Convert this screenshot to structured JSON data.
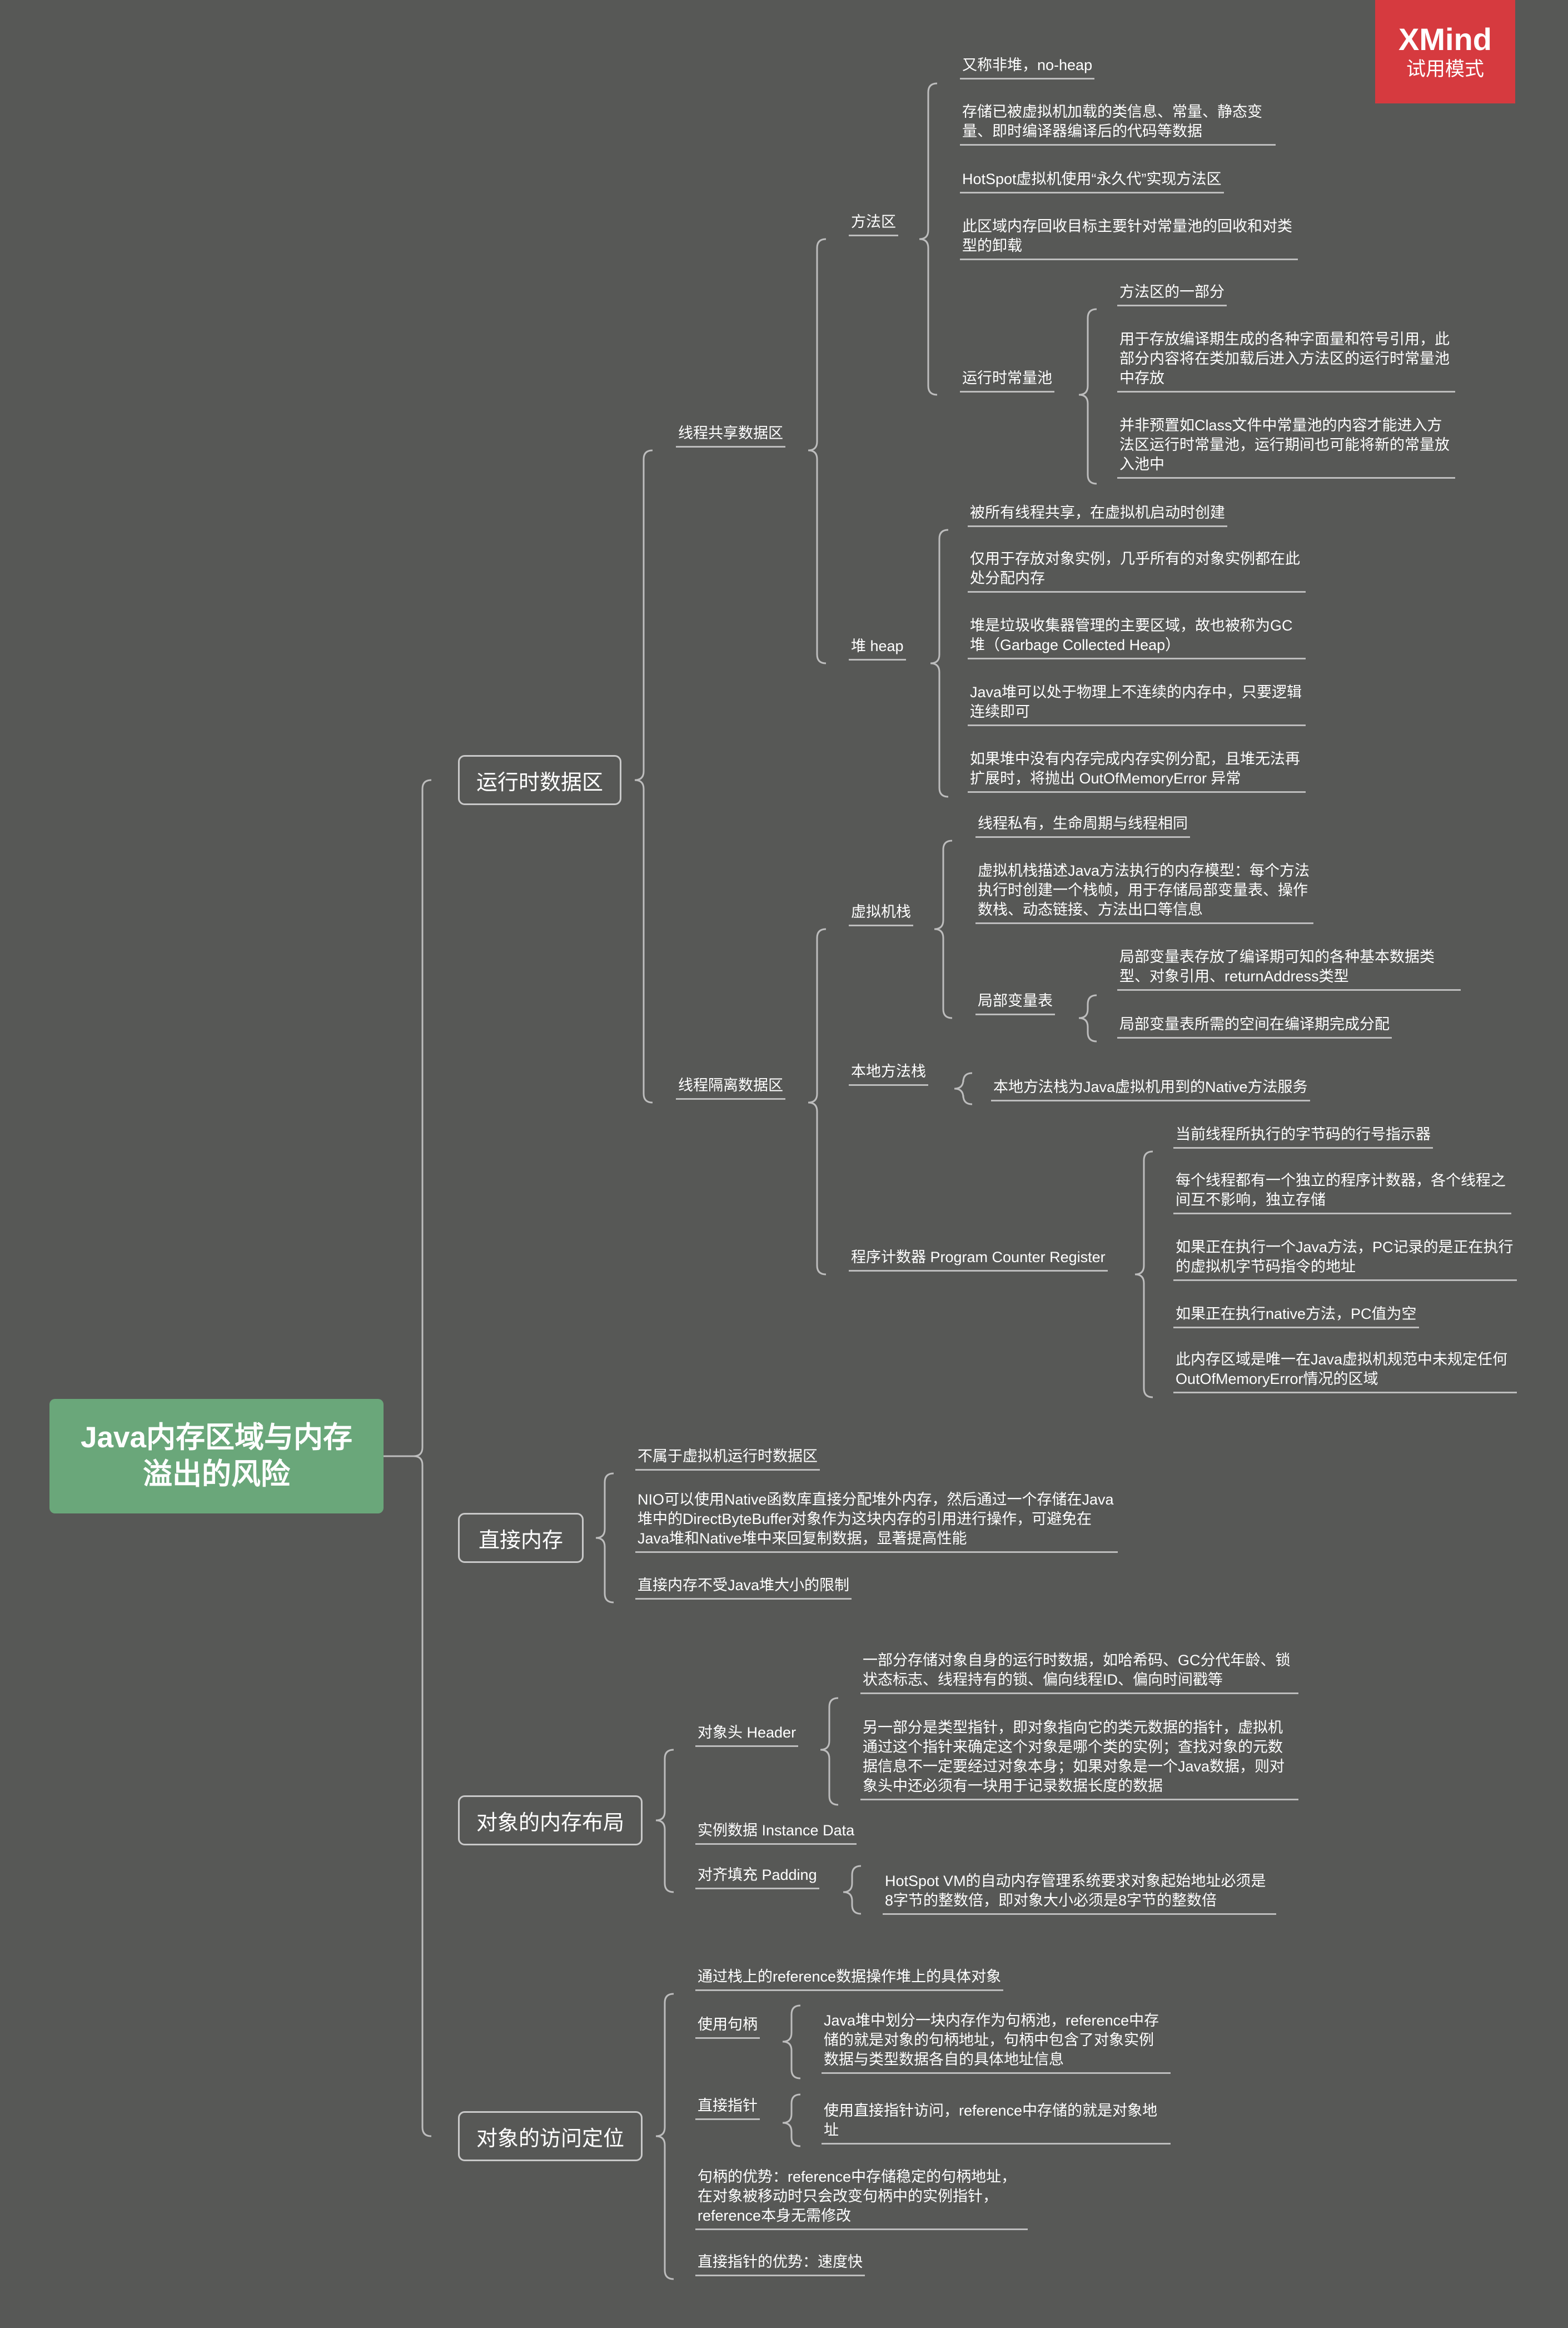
{
  "watermark": {
    "logo": "XMind",
    "mode": "试用模式",
    "color": "#d63a3f"
  },
  "colors": {
    "background": "#575856",
    "root": "#6aa77a",
    "line": "#bdbdbd"
  },
  "root": {
    "label": "Java内存区域与内存溢出的风险"
  },
  "sections": {
    "runtime": {
      "label": "运行时数据区",
      "shared": {
        "label": "线程共享数据区",
        "method_area": {
          "label": "方法区",
          "items": [
            "又称非堆，no-heap",
            "存储已被虚拟机加载的类信息、常量、静态变量、即时编译器编译后的代码等数据",
            "HotSpot虚拟机使用“永久代”实现方法区",
            "此区域内存回收目标主要针对常量池的回收和对类型的卸载"
          ],
          "constant_pool": {
            "label": "运行时常量池",
            "items": [
              "方法区的一部分",
              "用于存放编译期生成的各种字面量和符号引用，此部分内容将在类加载后进入方法区的运行时常量池中存放",
              "并非预置如Class文件中常量池的内容才能进入方法区运行时常量池，运行期间也可能将新的常量放入池中"
            ]
          }
        },
        "heap": {
          "label": "堆 heap",
          "items": [
            "被所有线程共享，在虚拟机启动时创建",
            "仅用于存放对象实例，几乎所有的对象实例都在此处分配内存",
            "堆是垃圾收集器管理的主要区域，故也被称为GC堆（Garbage Collected Heap）",
            "Java堆可以处于物理上不连续的内存中，只要逻辑连续即可",
            "如果堆中没有内存完成内存实例分配，且堆无法再扩展时，将抛出 OutOfMemoryError 异常"
          ]
        }
      },
      "private": {
        "label": "线程隔离数据区",
        "vm_stack": {
          "label": "虚拟机栈",
          "items": [
            "线程私有，生命周期与线程相同",
            "虚拟机栈描述Java方法执行的内存模型：每个方法执行时创建一个栈帧，用于存储局部变量表、操作数栈、动态链接、方法出口等信息"
          ],
          "locals": {
            "label": "局部变量表",
            "items": [
              "局部变量表存放了编译期可知的各种基本数据类型、对象引用、returnAddress类型",
              "局部变量表所需的空间在编译期完成分配"
            ]
          }
        },
        "native_stack": {
          "label": "本地方法栈",
          "items": [
            "本地方法栈为Java虚拟机用到的Native方法服务"
          ]
        },
        "pc": {
          "label": "程序计数器 Program Counter Register",
          "items": [
            "当前线程所执行的字节码的行号指示器",
            "每个线程都有一个独立的程序计数器，各个线程之间互不影响，独立存储",
            "如果正在执行一个Java方法，PC记录的是正在执行的虚拟机字节码指令的地址",
            "如果正在执行native方法，PC值为空",
            "此内存区域是唯一在Java虚拟机规范中未规定任何OutOfMemoryError情况的区域"
          ]
        }
      }
    },
    "direct": {
      "label": "直接内存",
      "items": [
        "不属于虚拟机运行时数据区",
        "NIO可以使用Native函数库直接分配堆外内存，然后通过一个存储在Java堆中的DirectByteBuffer对象作为这块内存的引用进行操作，可避免在Java堆和Native堆中来回复制数据，显著提高性能",
        "直接内存不受Java堆大小的限制"
      ]
    },
    "layout": {
      "label": "对象的内存布局",
      "header": {
        "label": "对象头 Header",
        "items": [
          "一部分存储对象自身的运行时数据，如哈希码、GC分代年龄、锁状态标志、线程持有的锁、偏向线程ID、偏向时间戳等",
          "另一部分是类型指针，即对象指向它的类元数据的指针，虚拟机通过这个指针来确定这个对象是哪个类的实例；查找对象的元数据信息不一定要经过对象本身；如果对象是一个Java数据，则对象头中还必须有一块用于记录数据长度的数据"
        ]
      },
      "instance": {
        "label": "实例数据 Instance Data"
      },
      "padding": {
        "label": "对齐填充 Padding",
        "items": [
          "HotSpot VM的自动内存管理系统要求对象起始地址必须是8字节的整数倍，即对象大小必须是8字节的整数倍"
        ]
      }
    },
    "access": {
      "label": "对象的访问定位",
      "intro": "通过栈上的reference数据操作堆上的具体对象",
      "handle": {
        "label": "使用句柄",
        "items": [
          "Java堆中划分一块内存作为句柄池，reference中存储的就是对象的句柄地址，句柄中包含了对象实例数据与类型数据各自的具体地址信息"
        ]
      },
      "direct_ptr": {
        "label": "直接指针",
        "items": [
          "使用直接指针访问，reference中存储的就是对象地址"
        ]
      },
      "handle_adv": "句柄的优势：reference中存储稳定的句柄地址，在对象被移动时只会改变句柄中的实例指针，reference本身无需修改",
      "ptr_adv": "直接指针的优势：速度快"
    }
  }
}
